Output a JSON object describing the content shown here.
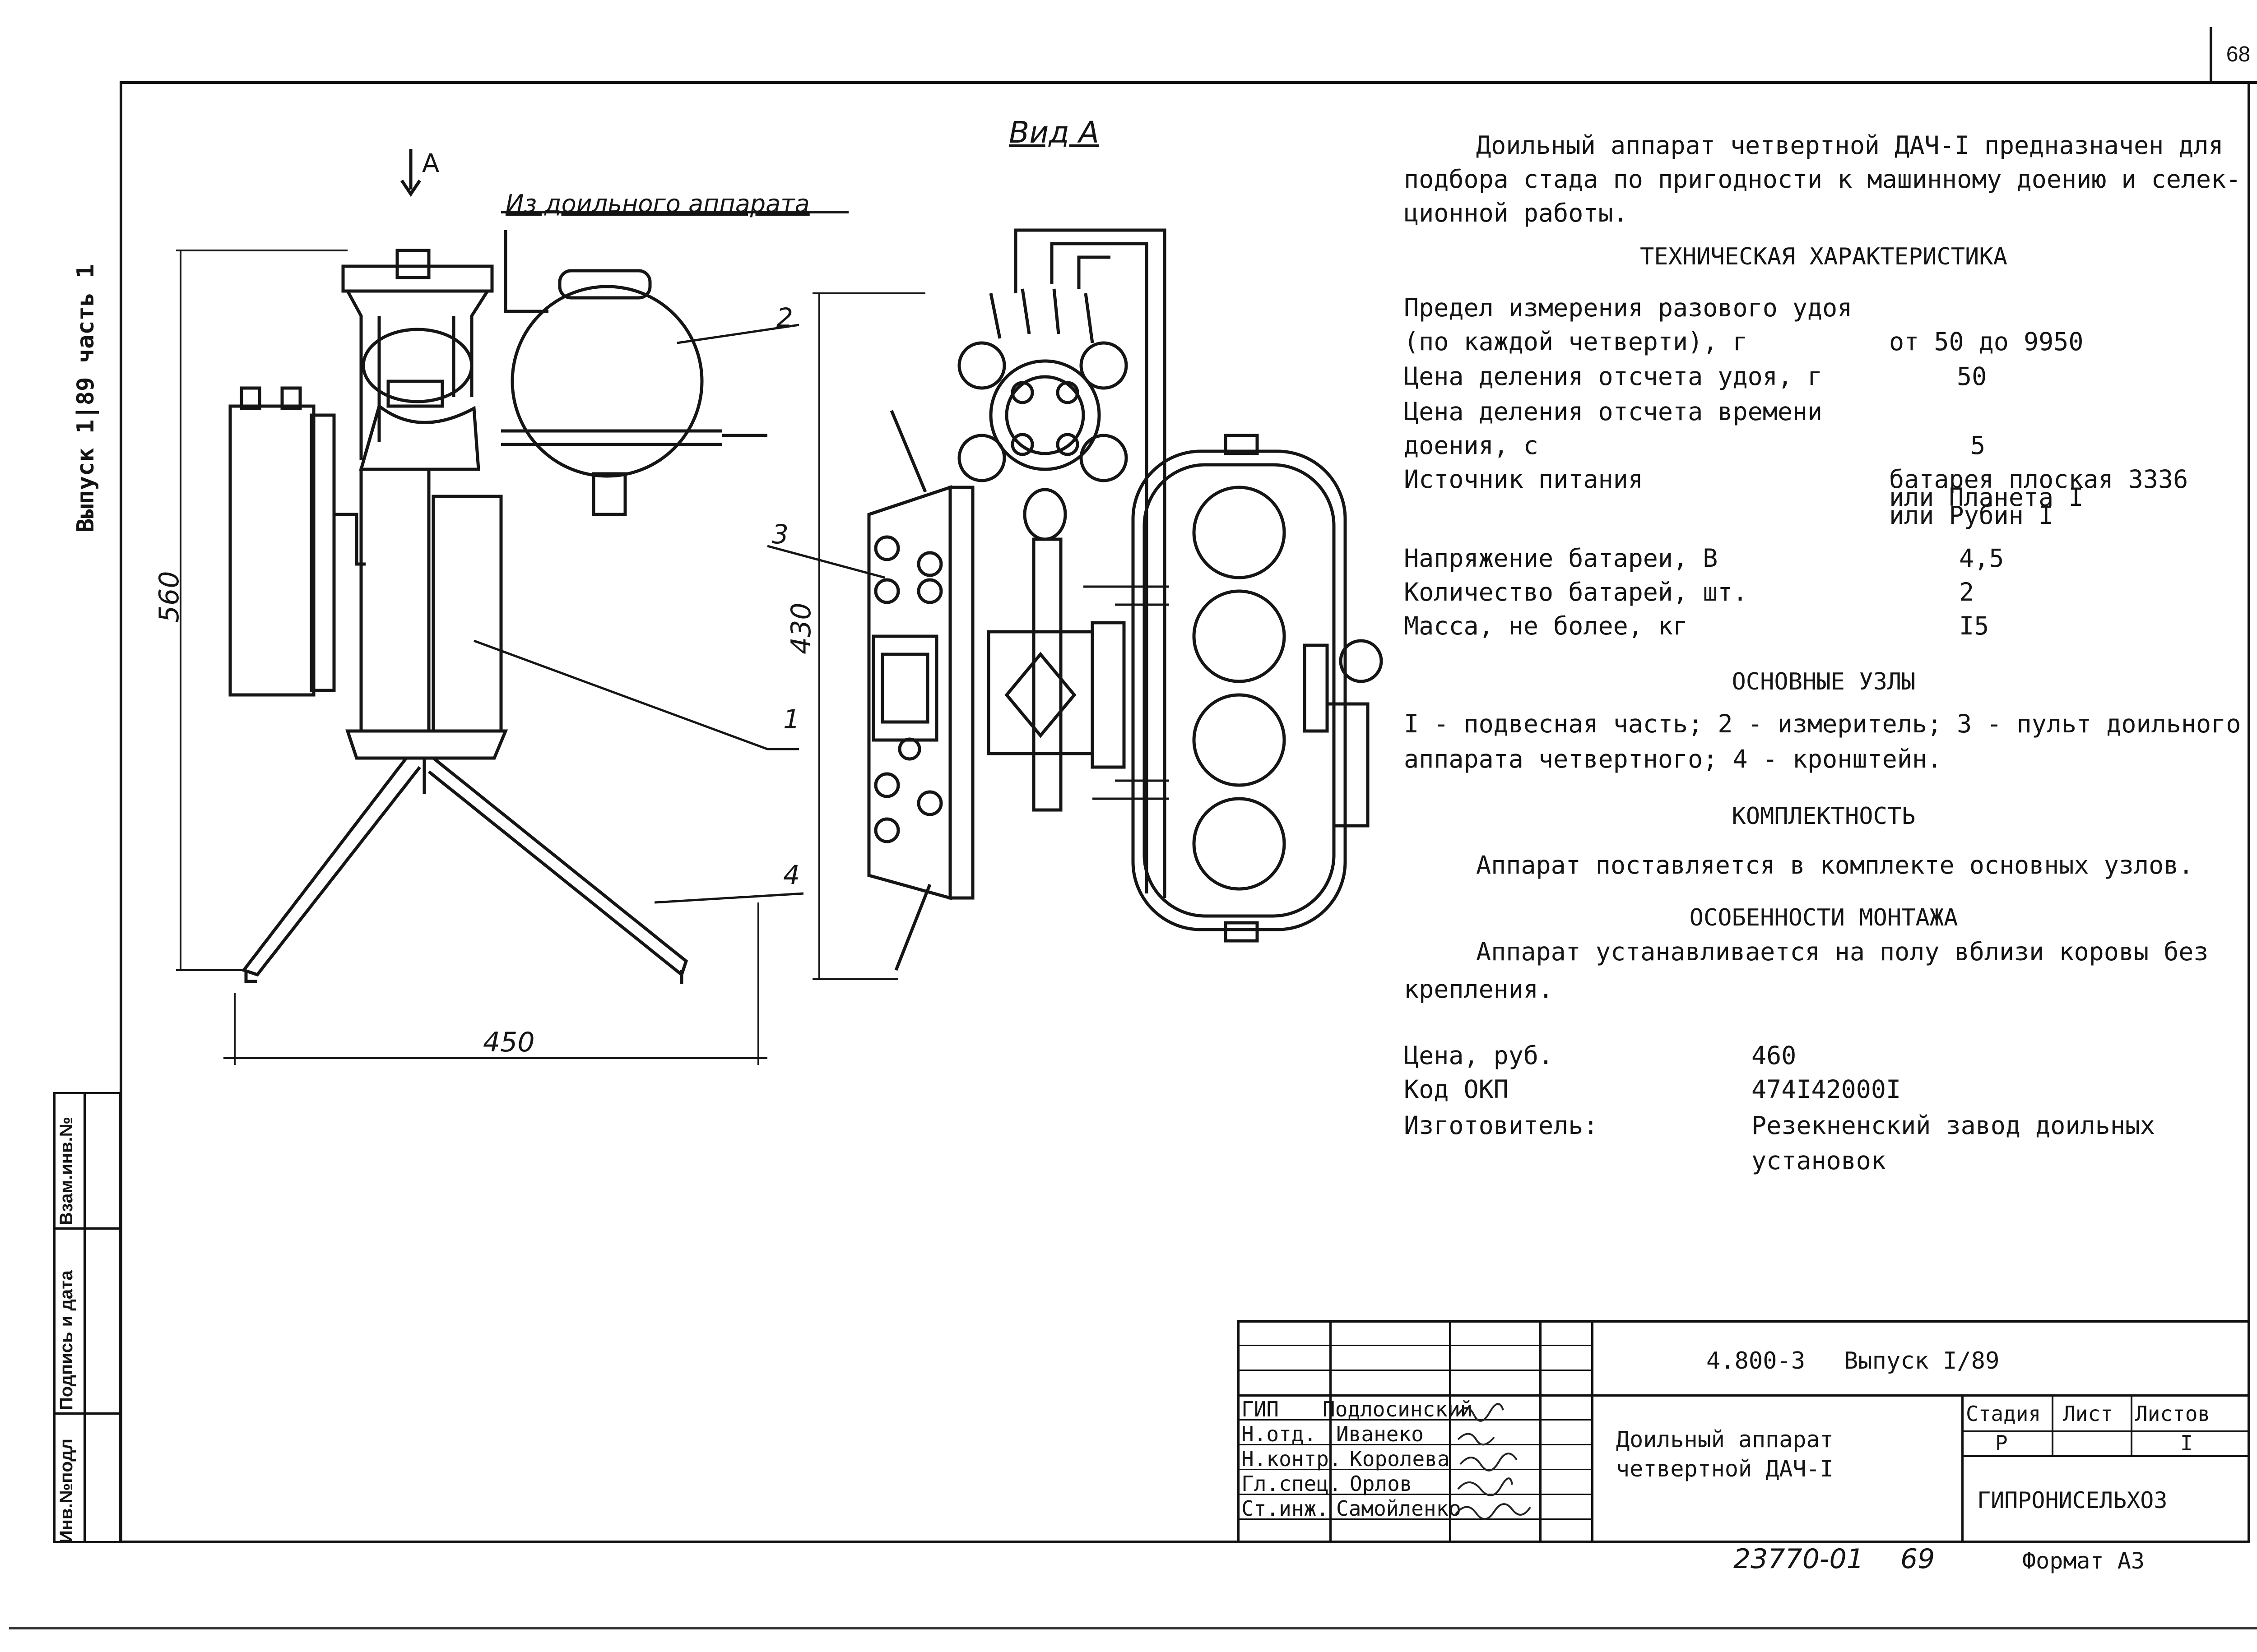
{
  "page_number": "68",
  "side_labels": {
    "issue": "Выпуск 1|89 часть 1",
    "stamp_inv_sub": "Инв.№подл",
    "stamp_signature": "Подпись и дата",
    "stamp_replace": "Взам.инв.№"
  },
  "drawing": {
    "view_a_title": "Вид А",
    "arrow_a_label": "А",
    "from_milker_note": "Из доильного аппарата",
    "dim_height": "560",
    "dim_height_view": "430",
    "dim_width": "450",
    "callout_1": "1",
    "callout_2": "2",
    "callout_3": "3",
    "callout_4": "4"
  },
  "description": {
    "intro_lines": [
      "Доильный аппарат четвертной ДАЧ-I предназначен для",
      "подбора стада по пригодности к машинному доению и селек-",
      "ционной работы."
    ],
    "spec_heading": "ТЕХНИЧЕСКАЯ ХАРАКТЕРИСТИКА",
    "specs": [
      {
        "label_lines": [
          "Предел измерения разового удоя",
          "(по каждой четверти), г"
        ],
        "value_lines": [
          "от 50 до 9950"
        ]
      },
      {
        "label_lines": [
          "Цена деления отсчета удоя, г"
        ],
        "value_lines": [
          "50"
        ]
      },
      {
        "label_lines": [
          "Цена деления отсчета времени",
          "доения, с"
        ],
        "value_lines": [
          "5"
        ]
      },
      {
        "label_lines": [
          "Источник питания"
        ],
        "value_lines": [
          "батарея плоская 3336",
          "или Планета I",
          "или Рубин I"
        ]
      },
      {
        "label_lines": [
          "Напряжение батареи, В"
        ],
        "value_lines": [
          "4,5"
        ]
      },
      {
        "label_lines": [
          "Количество батарей, шт."
        ],
        "value_lines": [
          "2"
        ]
      },
      {
        "label_lines": [
          "Масса, не более, кг"
        ],
        "value_lines": [
          "I5"
        ]
      }
    ],
    "units_heading": "ОСНОВНЫЕ УЗЛЫ",
    "units_lines": [
      "I - подвесная часть; 2 - измеритель; 3 - пульт доильного",
      "аппарата четвертного; 4 - кронштейн."
    ],
    "kit_heading": "КОМПЛЕКТНОСТЬ",
    "kit_text": "Аппарат поставляется в комплекте основных узлов.",
    "install_heading": "ОСОБЕННОСТИ МОНТАЖА",
    "install_lines": [
      "Аппарат устанавливается на полу вблизи коровы без",
      "крепления."
    ],
    "price_label": "Цена, руб.",
    "price_value": "460",
    "okp_label": "Код ОКП",
    "okp_value": "474I42000I",
    "maker_label": "Изготовитель:",
    "maker_lines": [
      "Резекненский завод доильных",
      "установок"
    ]
  },
  "title_block": {
    "doc_code": "4.800-3",
    "issue": "Выпуск I/89",
    "doc_title_lines": [
      "Доильный аппарат",
      "четвертной ДАЧ-I"
    ],
    "stage_header": "Стадия",
    "sheet_header": "Лист",
    "sheets_header": "Листов",
    "stage_value": "Р",
    "sheets_value": "I",
    "organization": "ГИПРОНИСЕЛЬХОЗ",
    "roles": [
      {
        "role": "ГИП",
        "name": "Подлосинский"
      },
      {
        "role": "Н.отд.",
        "name": "Иванеко"
      },
      {
        "role": "Н.контр.",
        "name": "Королева"
      },
      {
        "role": "Гл.спец.",
        "name": "Орлов"
      },
      {
        "role": "Ст.инж.",
        "name": "Самойленко"
      }
    ],
    "archive_number": "23770-01",
    "archive_sheet": "69",
    "format": "Формат А3"
  }
}
